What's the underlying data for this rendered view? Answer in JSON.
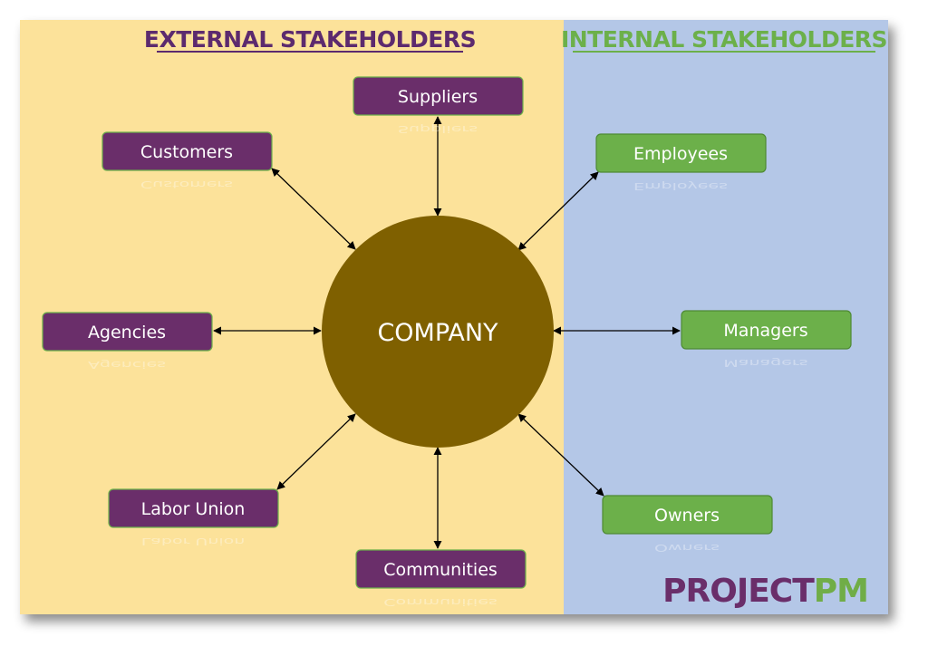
{
  "headings": {
    "external": "EXTERNAL STAKEHOLDERS",
    "internal": "INTERNAL STAKEHOLDERS"
  },
  "center": {
    "label": "COMPANY"
  },
  "external_nodes": [
    {
      "key": "suppliers",
      "label": "Suppliers"
    },
    {
      "key": "customers",
      "label": "Customers"
    },
    {
      "key": "agencies",
      "label": "Agencies"
    },
    {
      "key": "labor-union",
      "label": "Labor Union"
    },
    {
      "key": "communities",
      "label": "Communities"
    }
  ],
  "internal_nodes": [
    {
      "key": "employees",
      "label": "Employees"
    },
    {
      "key": "managers",
      "label": "Managers"
    },
    {
      "key": "owners",
      "label": "Owners"
    }
  ],
  "logo": {
    "part1": "PROJECT",
    "part2": "PM"
  },
  "colors": {
    "external_bg": "#fce29a",
    "internal_bg": "#b4c7e7",
    "external_heading": "#5c2a6e",
    "internal_heading": "#6cb04a",
    "external_node": "#6a2e6a",
    "internal_node": "#6cb04a",
    "center": "#7f6000",
    "logo_part1": "#6a2e6a",
    "logo_part2": "#70ad47"
  }
}
